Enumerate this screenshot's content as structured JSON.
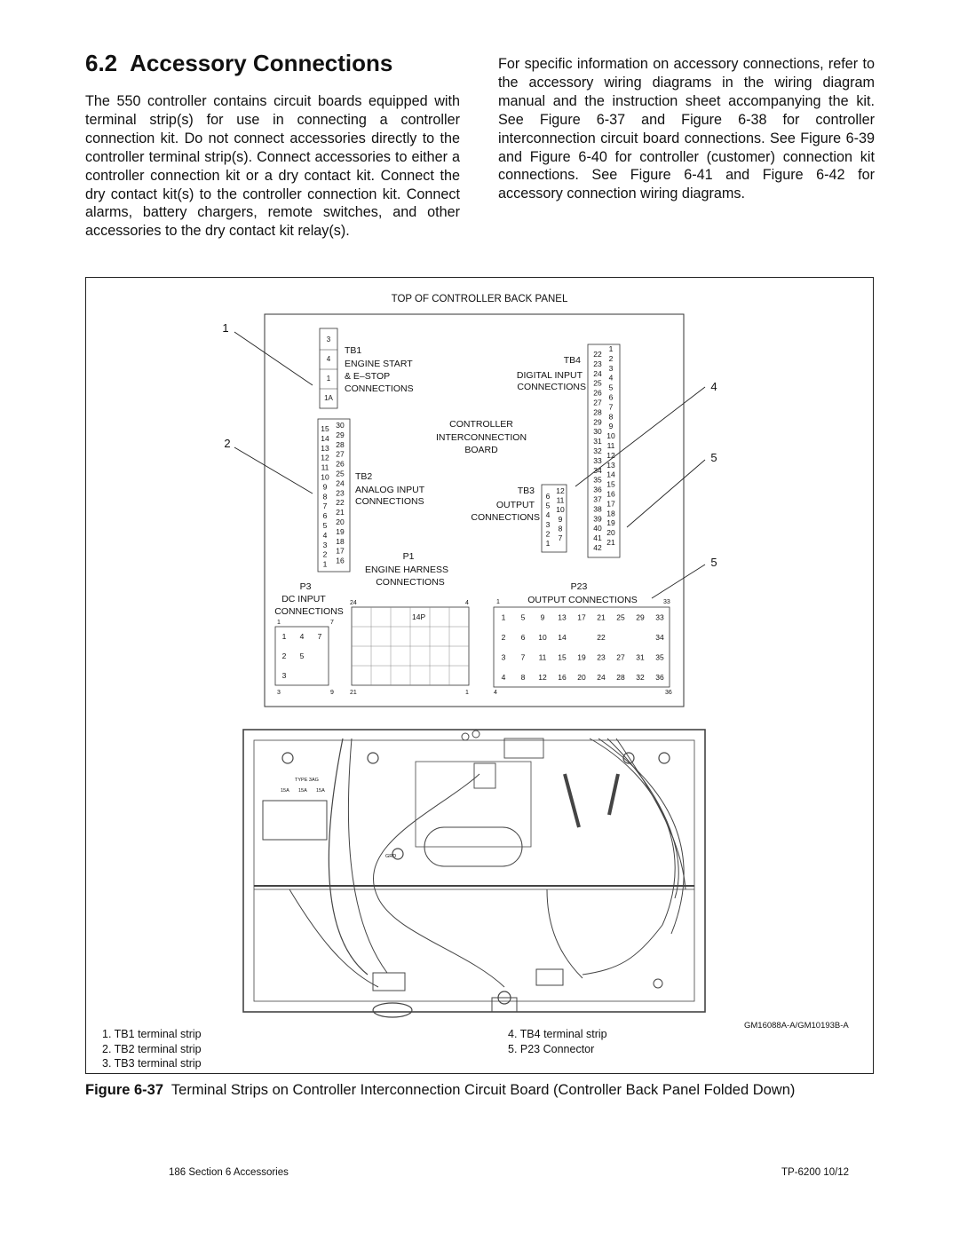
{
  "section": {
    "number": "6.2",
    "title": "Accessory Connections"
  },
  "paragraphs": {
    "left": "The 550 controller contains circuit boards equipped with terminal strip(s) for use in connecting a controller connection kit. Do not connect accessories directly to the controller terminal strip(s). Connect accessories to either a controller connection kit or a dry contact kit. Connect the dry contact kit(s) to the controller connection kit. Connect alarms, battery chargers, remote switches, and other accessories to the dry contact kit relay(s).",
    "right": "For specific information on accessory connections, refer to the accessory wiring diagrams in the wiring diagram manual and the instruction sheet accompanying the kit. See Figure 6-37 and Figure 6-38 for controller interconnection circuit board connections. See Figure 6-39 and Figure 6-40 for controller (customer) connection kit connections. See Figure 6-41 and Figure 6-42 for accessory connection wiring diagrams."
  },
  "diagram": {
    "top_label": "TOP OF CONTROLLER BACK PANEL",
    "callouts": [
      "1",
      "2",
      "4",
      "5",
      "5"
    ],
    "board_label": [
      "CONTROLLER",
      "INTERCONNECTION",
      "BOARD"
    ],
    "tb1": {
      "name": "TB1",
      "desc": [
        "ENGINE START",
        "& E–STOP",
        "CONNECTIONS"
      ],
      "terminals": [
        "3",
        "4",
        "1",
        "1A"
      ]
    },
    "tb2": {
      "name": "TB2",
      "desc": [
        "ANALOG INPUT",
        "CONNECTIONS"
      ],
      "left_terminals": [
        "15",
        "14",
        "13",
        "12",
        "11",
        "10",
        "9",
        "8",
        "7",
        "6",
        "5",
        "4",
        "3",
        "2",
        "1"
      ],
      "right_terminals": [
        "30",
        "29",
        "28",
        "27",
        "26",
        "25",
        "24",
        "23",
        "22",
        "21",
        "20",
        "19",
        "18",
        "17",
        "16"
      ]
    },
    "tb3": {
      "name": "TB3",
      "desc": [
        "OUTPUT",
        "CONNECTIONS"
      ],
      "left_terminals": [
        "6",
        "5",
        "4",
        "3",
        "2",
        "1"
      ],
      "right_terminals": [
        "12",
        "11",
        "10",
        "9",
        "8",
        "7"
      ]
    },
    "tb4": {
      "name": "TB4",
      "desc": [
        "DIGITAL INPUT",
        "CONNECTIONS"
      ],
      "left_terminals": [
        "22",
        "23",
        "24",
        "25",
        "26",
        "27",
        "28",
        "29",
        "30",
        "31",
        "32",
        "33",
        "34",
        "35",
        "36",
        "37",
        "38",
        "39",
        "40",
        "41",
        "42"
      ],
      "right_terminals": [
        "1",
        "2",
        "3",
        "4",
        "5",
        "6",
        "7",
        "8",
        "9",
        "10",
        "11",
        "12",
        "13",
        "14",
        "15",
        "16",
        "17",
        "18",
        "19",
        "20",
        "21"
      ]
    },
    "p1": {
      "name": "P1",
      "desc": [
        "ENGINE HARNESS",
        "CONNECTIONS"
      ],
      "corner_labels": [
        "24",
        "4",
        "21",
        "1"
      ],
      "pin_label": "14P"
    },
    "p3": {
      "name": "P3",
      "desc": [
        "DC INPUT",
        "CONNECTIONS"
      ],
      "corner_labels": [
        "1",
        "7",
        "3",
        "9"
      ],
      "rows": [
        [
          "1",
          "4",
          "7"
        ],
        [
          "2",
          "5",
          ""
        ],
        [
          "3",
          "",
          ""
        ]
      ]
    },
    "p23": {
      "name": "P23",
      "desc": "OUTPUT CONNECTIONS",
      "corner_labels": [
        "1",
        "33",
        "4",
        "36"
      ],
      "rows": [
        [
          "1",
          "5",
          "9",
          "13",
          "17",
          "21",
          "25",
          "29",
          "33"
        ],
        [
          "2",
          "6",
          "10",
          "14",
          "",
          "22",
          "",
          "",
          "34"
        ],
        [
          "3",
          "7",
          "11",
          "15",
          "19",
          "23",
          "27",
          "31",
          "35"
        ],
        [
          "4",
          "8",
          "12",
          "16",
          "20",
          "24",
          "28",
          "32",
          "36"
        ]
      ]
    },
    "photo_labels": {
      "fuse_label": "TYPE 3AG",
      "fuse_ratings": [
        "15A",
        "15A",
        "15A"
      ],
      "ground_label": "GRD"
    },
    "drawing_id": "GM16088A-A/GM10193B-A"
  },
  "legend": {
    "left": [
      "1. TB1 terminal strip",
      "2. TB2 terminal strip",
      "3. TB3 terminal strip"
    ],
    "right": [
      "4. TB4 terminal strip",
      "5. P23 Connector"
    ]
  },
  "caption": {
    "label": "Figure 6-37",
    "text": "Terminal Strips on Controller Interconnection Circuit Board (Controller Back Panel Folded Down)"
  },
  "footer": {
    "left": "186 Section 6 Accessories",
    "right": "TP-6200 10/12"
  }
}
